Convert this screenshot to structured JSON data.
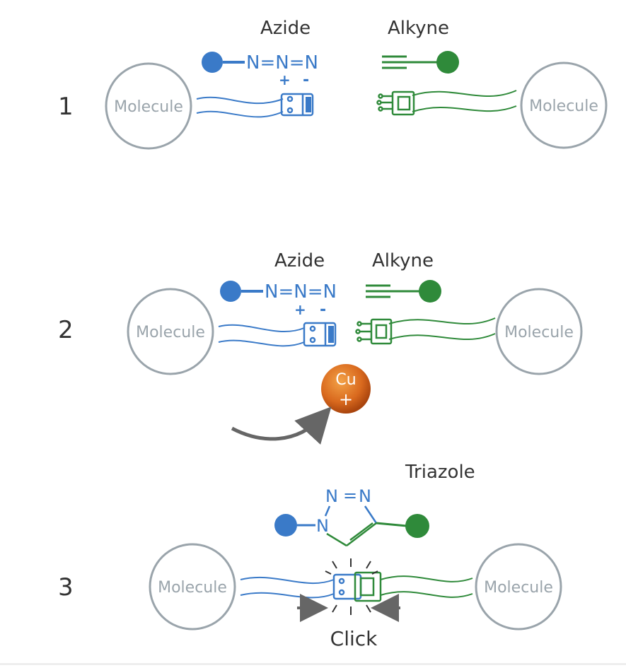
{
  "steps": [
    "1",
    "2",
    "3"
  ],
  "labels": {
    "azide": "Azide",
    "alkyne": "Alkyne",
    "triazole": "Triazole",
    "click": "Click",
    "molecule": "Molecule",
    "copper_symbol": "Cu",
    "copper_charge": "+"
  },
  "azide_formula": {
    "n1": "N",
    "eq1": "=",
    "n2": "N",
    "eq2": "=",
    "n3": "N",
    "plus": "+",
    "minus": "-"
  },
  "triazole_formula": {
    "n_top_left": "N",
    "n_top_right": "N",
    "n_left": "N",
    "bond": "="
  },
  "colors": {
    "azide_blue": "#3a7ac8",
    "alkyne_green": "#2f8a3a",
    "molecule_gray": "#9aa4ab",
    "text_dark": "#333333",
    "copper_orange": "#d9691e",
    "arrow_gray": "#666666"
  }
}
